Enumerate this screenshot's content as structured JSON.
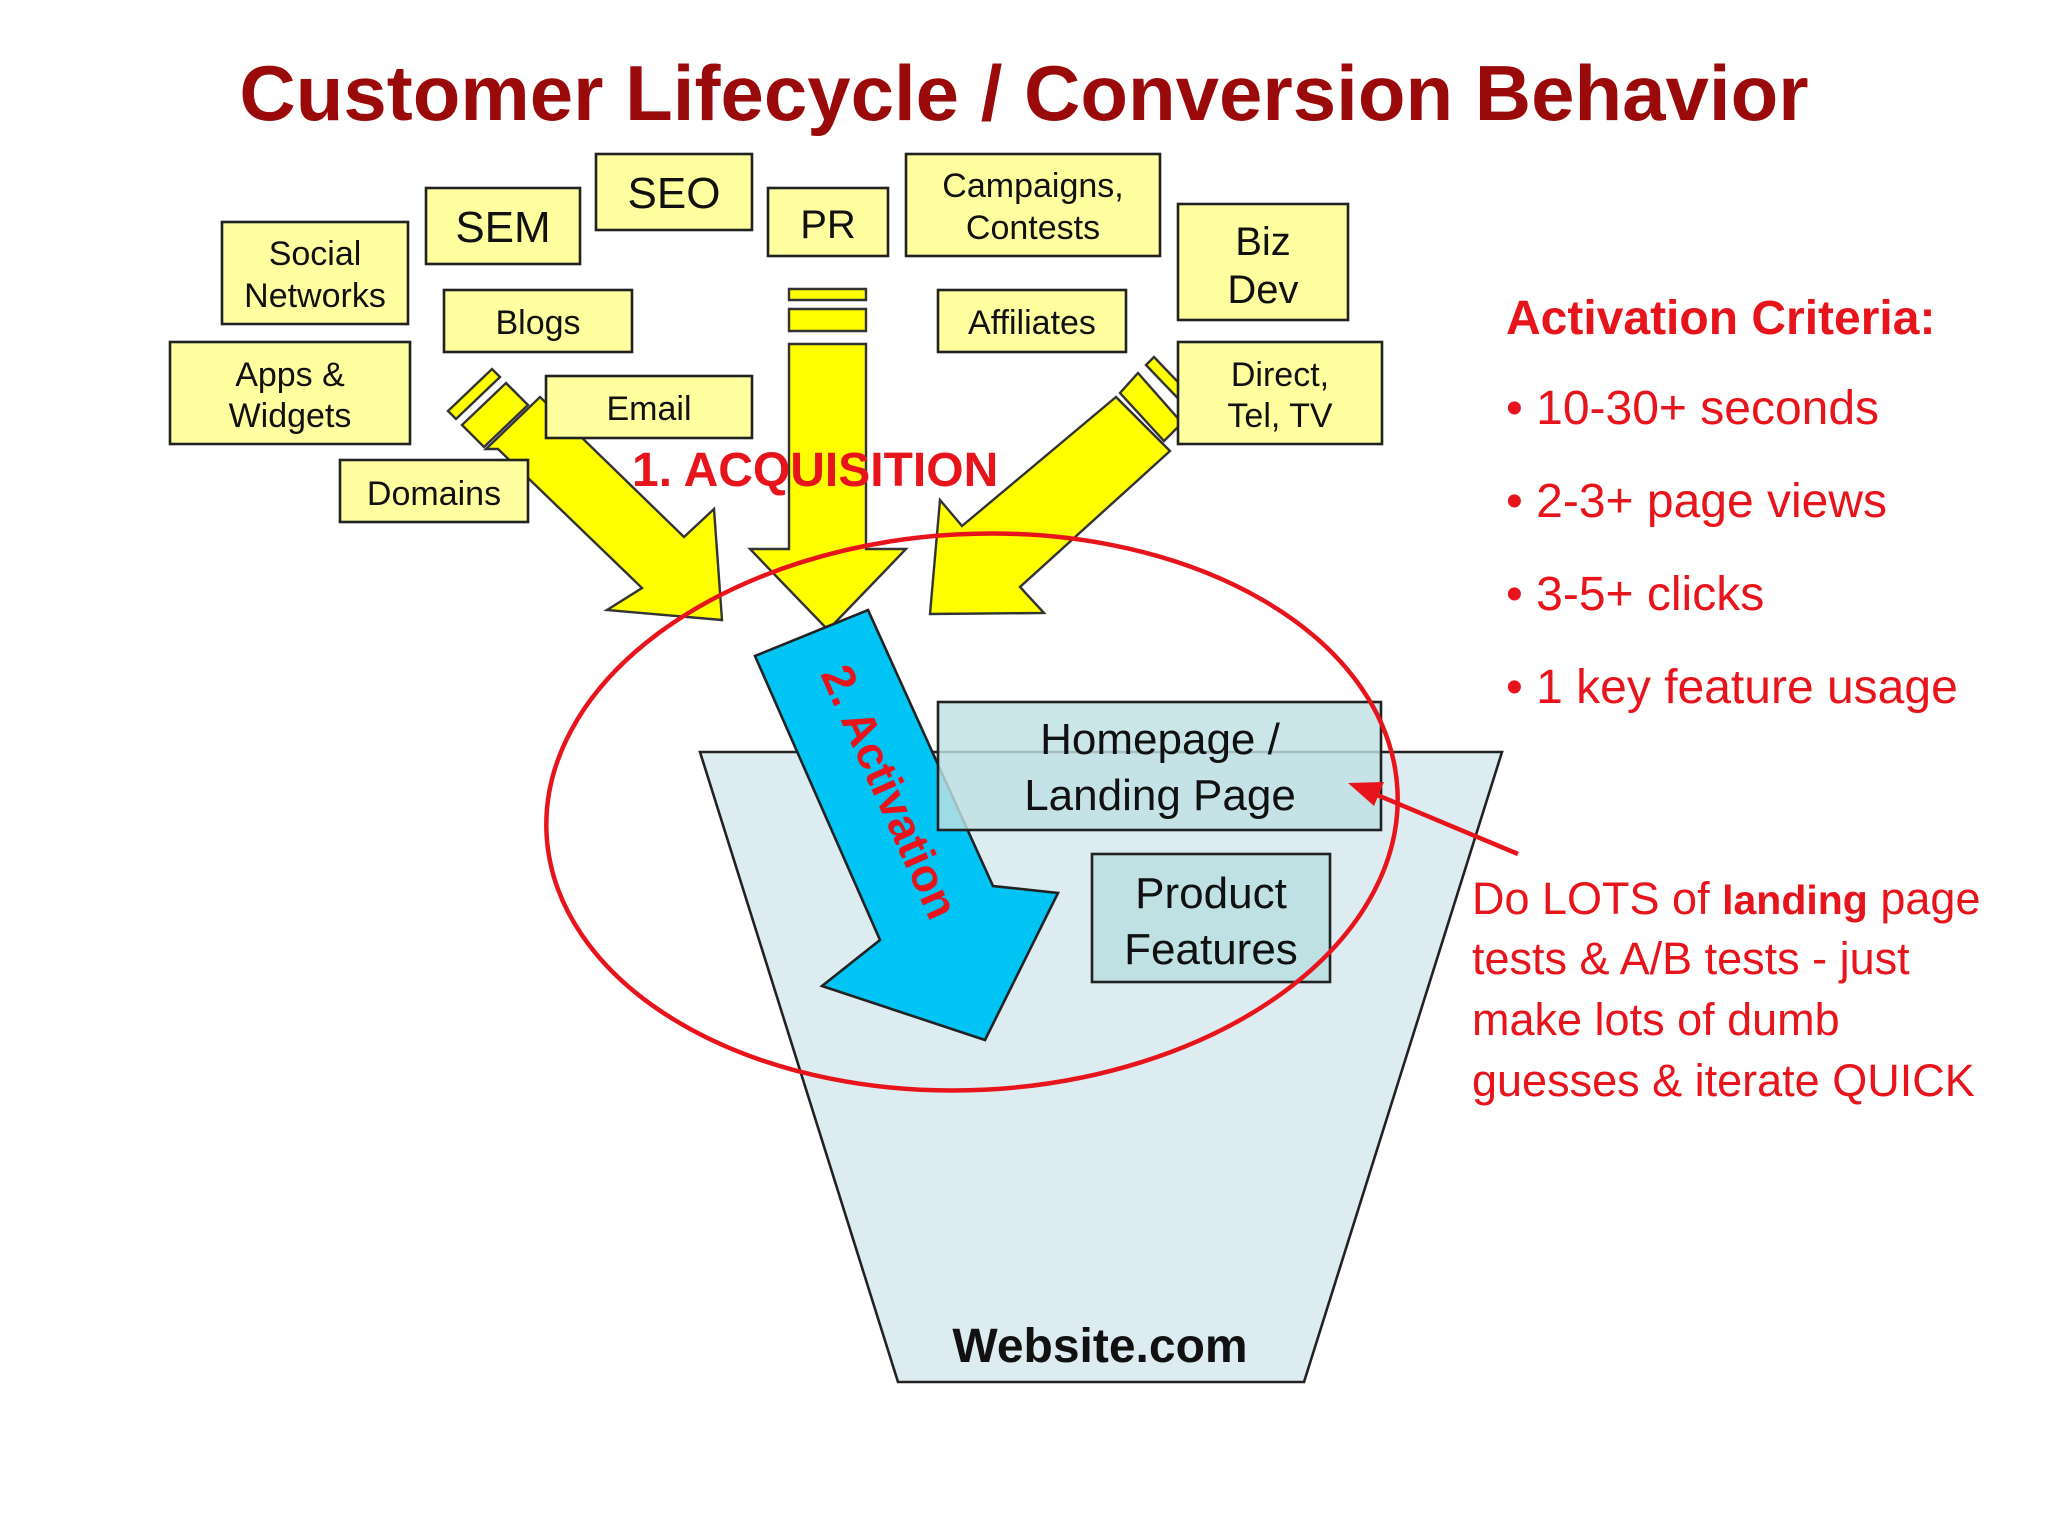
{
  "title": "Customer Lifecycle / Conversion Behavior",
  "channels": {
    "social_networks": [
      "Social",
      "Networks"
    ],
    "sem": "SEM",
    "seo": "SEO",
    "pr": "PR",
    "campaigns_contests": [
      "Campaigns,",
      "Contests"
    ],
    "biz_dev": [
      "Biz",
      "Dev"
    ],
    "blogs": "Blogs",
    "affiliates": "Affiliates",
    "apps_widgets": [
      "Apps &",
      "Widgets"
    ],
    "email": "Email",
    "direct_tel_tv": [
      "Direct,",
      "Tel, TV"
    ],
    "domains": "Domains"
  },
  "acquisition_label": "1. ACQUISITION",
  "activation_label": "2. Activation",
  "homepage_box": [
    "Homepage /",
    "Landing Page"
  ],
  "product_box": [
    "Product",
    "Features"
  ],
  "funnel_label": "Website.com",
  "criteria": {
    "heading": "Activation Criteria:",
    "items": [
      "10-30+ seconds",
      "2-3+ page views",
      "3-5+ clicks",
      "1 key feature usage"
    ]
  },
  "tip": {
    "line1_pre": "Do LOTS of ",
    "line1_bold": "landing",
    "line1_post": " page",
    "line2": "tests & A/B tests - just",
    "line3": "make lots of dumb",
    "line4": "guesses & iterate QUICK"
  },
  "colors": {
    "title": "#9b0a0a",
    "accent_red": "#e8141c",
    "arrow_yellow": "#ffff00",
    "box_yellow": "#ffffa0",
    "activation_blue": "#00c4f4",
    "funnel_fill": "#dcecf0",
    "teal_box": "#bfe1e3"
  }
}
